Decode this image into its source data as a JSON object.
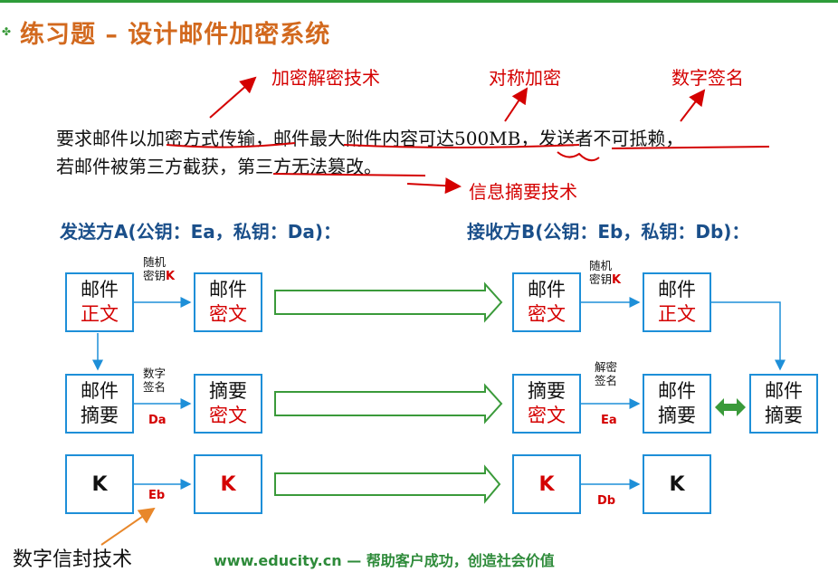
{
  "title": "练习题 – 设计邮件加密系统",
  "annotations": {
    "encrypt_tech": "加密解密技术",
    "symmetric": "对称加密",
    "signature": "数字签名",
    "digest_tech": "信息摘要技术",
    "envelope": "数字信封技术"
  },
  "paragraph": {
    "line1": "要求邮件以加密方式传输，邮件最大附件内容可达500MB，发送者不可抵赖，",
    "line2": "若邮件被第三方截获，第三方无法篡改。"
  },
  "sender": "发送方A(公钥：Ea，私钥：Da)：",
  "receiver": "接收方B(公钥：Eb，私钥：Db)：",
  "boxes": {
    "a1": {
      "l1": "邮件",
      "l2": "正文"
    },
    "a2": {
      "l1": "邮件",
      "l2": "密文"
    },
    "a3": {
      "l1": "邮件",
      "l2": "摘要"
    },
    "a4": {
      "l1": "摘要",
      "l2": "密文"
    },
    "a5": "K",
    "a6": "K",
    "b1": {
      "l1": "邮件",
      "l2": "密文"
    },
    "b2": {
      "l1": "邮件",
      "l2": "正文"
    },
    "b3": {
      "l1": "摘要",
      "l2": "密文"
    },
    "b4": {
      "l1": "邮件",
      "l2": "摘要"
    },
    "b5": {
      "l1": "邮件",
      "l2": "摘要"
    },
    "b6": "K",
    "b7": "K"
  },
  "labels": {
    "random_key_a": {
      "l1": "随机",
      "l2": "密钥",
      "k": "K"
    },
    "sign_a": {
      "l1": "数字",
      "l2": "签名",
      "key": "Da"
    },
    "enc_eb": "Eb",
    "random_key_b": {
      "l1": "随机",
      "l2": "密钥",
      "k": "K"
    },
    "decrypt_b": {
      "l1": "解密",
      "l2": "签名",
      "key": "Ea"
    },
    "dec_db": "Db"
  },
  "footer": "www.educity.cn — 帮助客户成功，创造社会价值",
  "colors": {
    "box_border": "#1e8fd8",
    "title": "#d2691e",
    "annotation_red": "#d40000",
    "green_arrow": "#3a9a3a"
  }
}
